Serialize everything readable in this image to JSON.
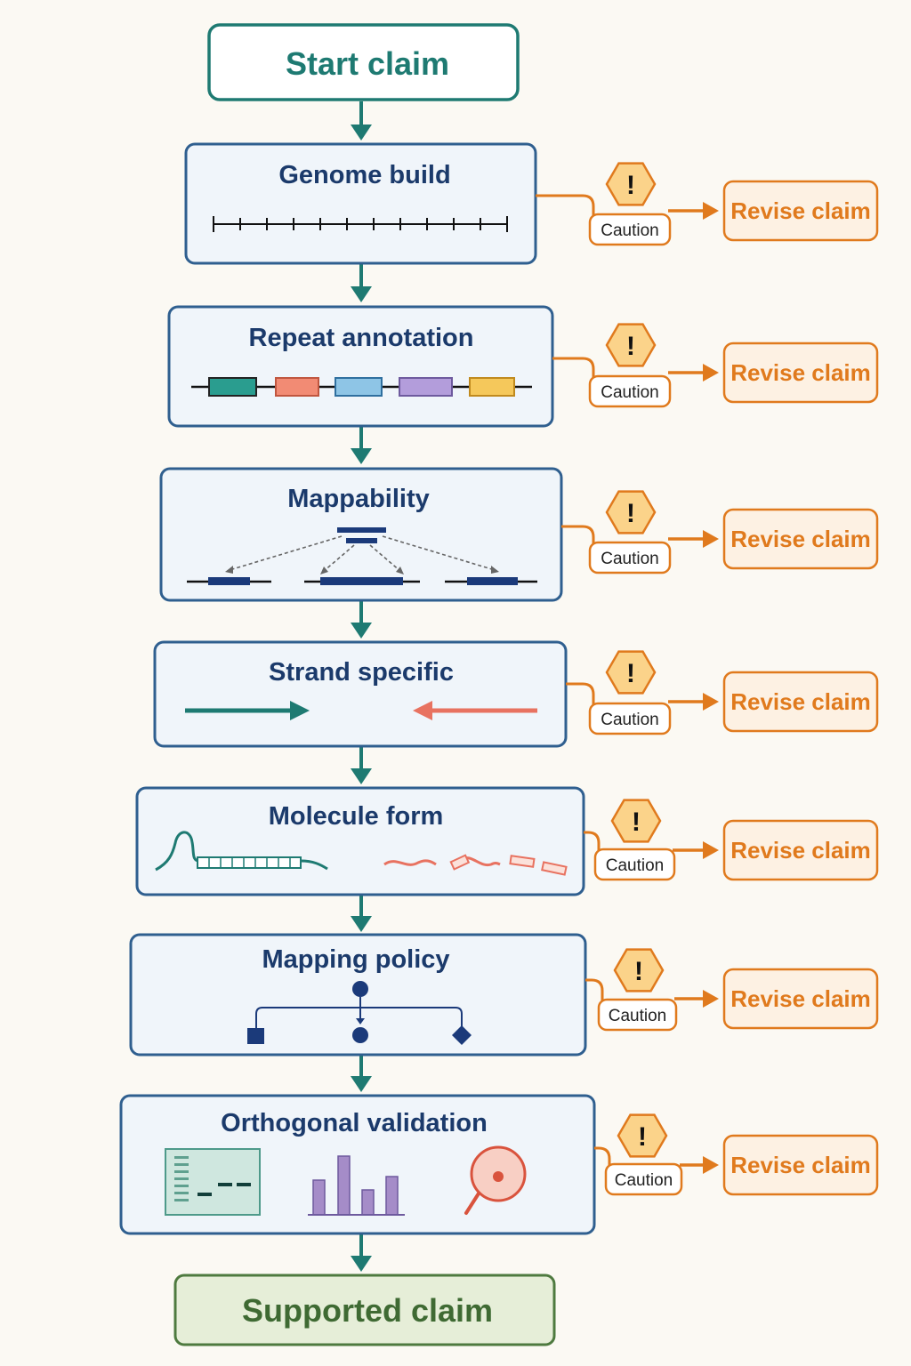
{
  "start": {
    "label": "Start claim"
  },
  "end": {
    "label": "Supported claim"
  },
  "branch": {
    "caution_label": "Caution",
    "revise_label": "Revise claim",
    "warning_glyph": "!"
  },
  "steps": [
    {
      "title": "Genome build",
      "icon": "ruler-track-icon"
    },
    {
      "title": "Repeat annotation",
      "icon": "repeat-blocks-icon"
    },
    {
      "title": "Mappability",
      "icon": "multimap-reads-icon"
    },
    {
      "title": "Strand specific",
      "icon": "strand-arrows-icon"
    },
    {
      "title": "Molecule form",
      "icon": "molecule-form-icon"
    },
    {
      "title": "Mapping policy",
      "icon": "decision-tree-icon"
    },
    {
      "title": "Orthogonal validation",
      "icon": "validation-assays-icon"
    }
  ],
  "colors": {
    "flow_arrow": "#1e7a72",
    "step_border": "#2f5f8f",
    "step_fill": "#f0f5fa",
    "caution": "#e07a1d",
    "caution_hex_fill": "#fbd38a",
    "start_border": "#1e7a72",
    "end_border": "#4e7a3f",
    "end_fill": "#e6eed8"
  }
}
